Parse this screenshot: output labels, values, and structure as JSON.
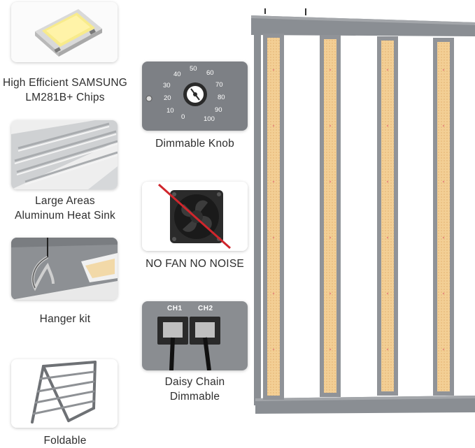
{
  "features": {
    "chips": {
      "line1": "High Efficient SAMSUNG",
      "line2": "LM281B+ Chips"
    },
    "heatsink": {
      "line1": "Large Areas",
      "line2": "Aluminum Heat Sink"
    },
    "hanger": {
      "label": "Hanger kit"
    },
    "foldable": {
      "label": "Foldable"
    },
    "knob": {
      "label": "Dimmable Knob",
      "scale": [
        "0",
        "10",
        "20",
        "30",
        "40",
        "50",
        "60",
        "70",
        "80",
        "90",
        "100"
      ]
    },
    "fan": {
      "label": "NO FAN NO NOISE"
    },
    "daisy": {
      "line1": "Daisy Chain",
      "line2": "Dimmable",
      "ports": [
        "CH1",
        "CH2"
      ]
    }
  },
  "colors": {
    "frame": "#8a8e93",
    "led_board": "#f3cf95",
    "knob_panel": "#7d8085",
    "strike_red": "#d0262c"
  }
}
